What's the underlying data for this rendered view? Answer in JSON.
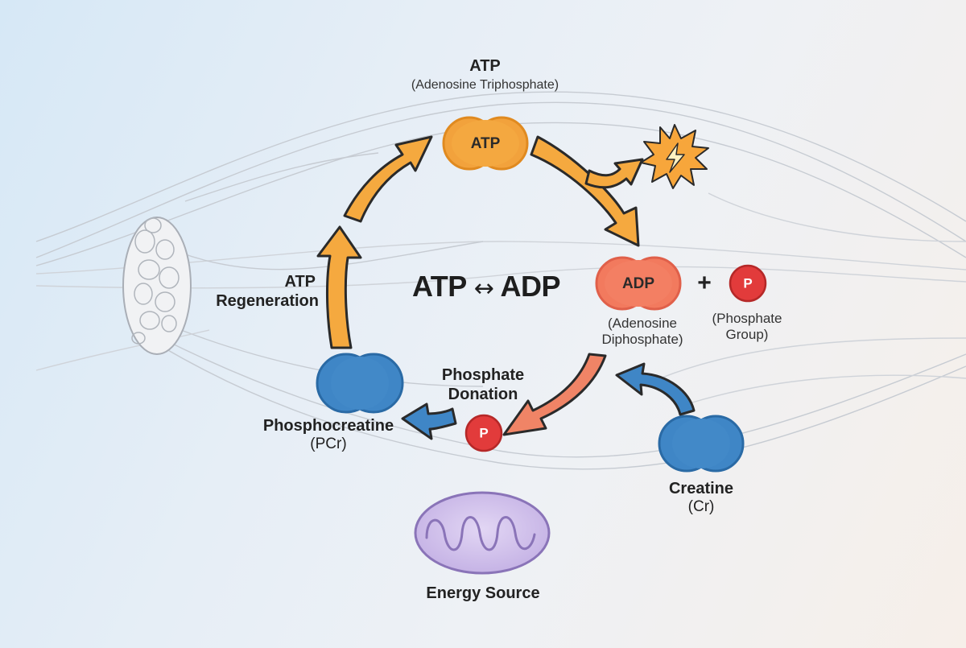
{
  "top": {
    "title": "ATP",
    "subtitle": "(Adenosine Triphosphate)"
  },
  "molecules": {
    "atp": {
      "label": "ATP",
      "color": "#f2a23c"
    },
    "adp": {
      "label": "ADP",
      "color": "#f27a5e"
    },
    "phosphocreatine": {
      "color": "#3f86c6"
    },
    "creatine": {
      "color": "#3f86c6"
    }
  },
  "phosphate_symbol": "P",
  "center_equation": {
    "left": "ATP",
    "arrow": "↔",
    "right": "ADP"
  },
  "plus_sign": "+",
  "adp_caption": {
    "line1": "(Adenosine",
    "line2": "Diphosphate)"
  },
  "phosphate_caption": {
    "line1": "(Phosphate",
    "line2": "Group)"
  },
  "regeneration": {
    "line1": "ATP",
    "line2": "Regeneration"
  },
  "donation": {
    "line1": "Phosphate",
    "line2": "Donation"
  },
  "phosphocreatine_label": {
    "line1": "Phosphocreatine",
    "line2": "(PCr)"
  },
  "creatine_label": {
    "line1": "Creatine",
    "line2": "(Cr)"
  },
  "energy_source": "Energy Source",
  "colors": {
    "orange_arrow": "#f5a93f",
    "salmon_arrow": "#f08466",
    "blue_arrow": "#3f86c6",
    "phosphate_red": "#e23b3b",
    "mitochondria": "#c9b8e8",
    "burst": "#f6a53a"
  }
}
